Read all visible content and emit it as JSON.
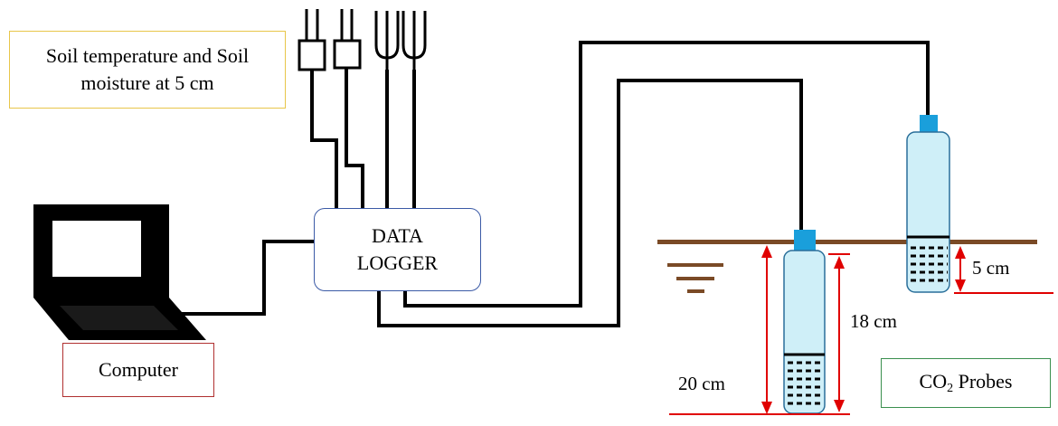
{
  "labels": {
    "sensor_line1": "Soil temperature and Soil",
    "sensor_line2": "moisture at 5 cm",
    "computer": "Computer",
    "logger_line1": "DATA",
    "logger_line2": "LOGGER",
    "probes_main": "CO",
    "probes_sub": "2",
    "probes_suffix": " Probes",
    "dim_5cm": "5 cm",
    "dim_18cm": "18 cm",
    "dim_20cm": "20 cm"
  },
  "colors": {
    "wire": "#000000",
    "soil_surface": "#7a4a26",
    "probe_fill": "#cfeff8",
    "probe_cap": "#1a9fdb",
    "dimension": "#e00000",
    "sensor_box_border": "#e8c64a",
    "computer_box_border": "#b03030",
    "probes_box_border": "#3a8f4e",
    "logger_border": "#3b5aa6"
  },
  "icons": {
    "computer": "laptop-icon",
    "ground": "ground-symbol-icon"
  }
}
